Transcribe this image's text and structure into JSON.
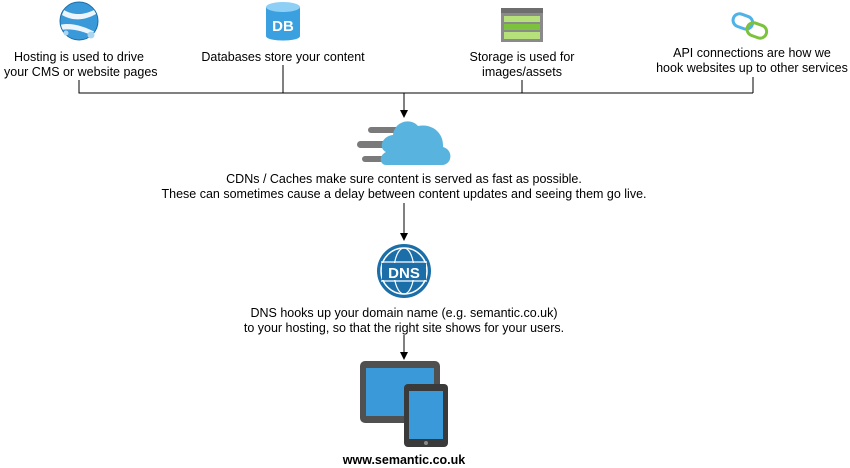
{
  "nodes": {
    "hosting": {
      "lines": [
        "Hosting is used to drive",
        "your CMS or website pages"
      ],
      "icon": "globe-icon"
    },
    "databases": {
      "lines": [
        "Databases store your content"
      ],
      "icon": "database-icon",
      "badge": "DB"
    },
    "storage": {
      "lines": [
        "Storage is used for",
        "images/assets"
      ],
      "icon": "storage-icon"
    },
    "api": {
      "lines": [
        "API connections are how we",
        "hook websites up to other services"
      ],
      "icon": "link-icon"
    },
    "cdn": {
      "lines": [
        "CDNs / Caches make sure content is served as fast as possible.",
        "These can sometimes cause a delay between content updates and seeing them go live."
      ],
      "icon": "cloud-icon"
    },
    "dns": {
      "lines": [
        "DNS hooks up your domain name (e.g. semantic.co.uk)",
        "to your hosting, so that the right site shows for your users."
      ],
      "icon": "dns-globe-icon",
      "badge": "DNS"
    },
    "site": {
      "lines": [
        "www.semantic.co.uk"
      ],
      "icon": "devices-icon"
    }
  },
  "colors": {
    "azure_blue": "#3a99d8",
    "dark_blue": "#1b6ea8",
    "cloud": "#58b4df",
    "gray": "#7a7a7a",
    "green": "#7cc23c",
    "line": "#000000"
  }
}
